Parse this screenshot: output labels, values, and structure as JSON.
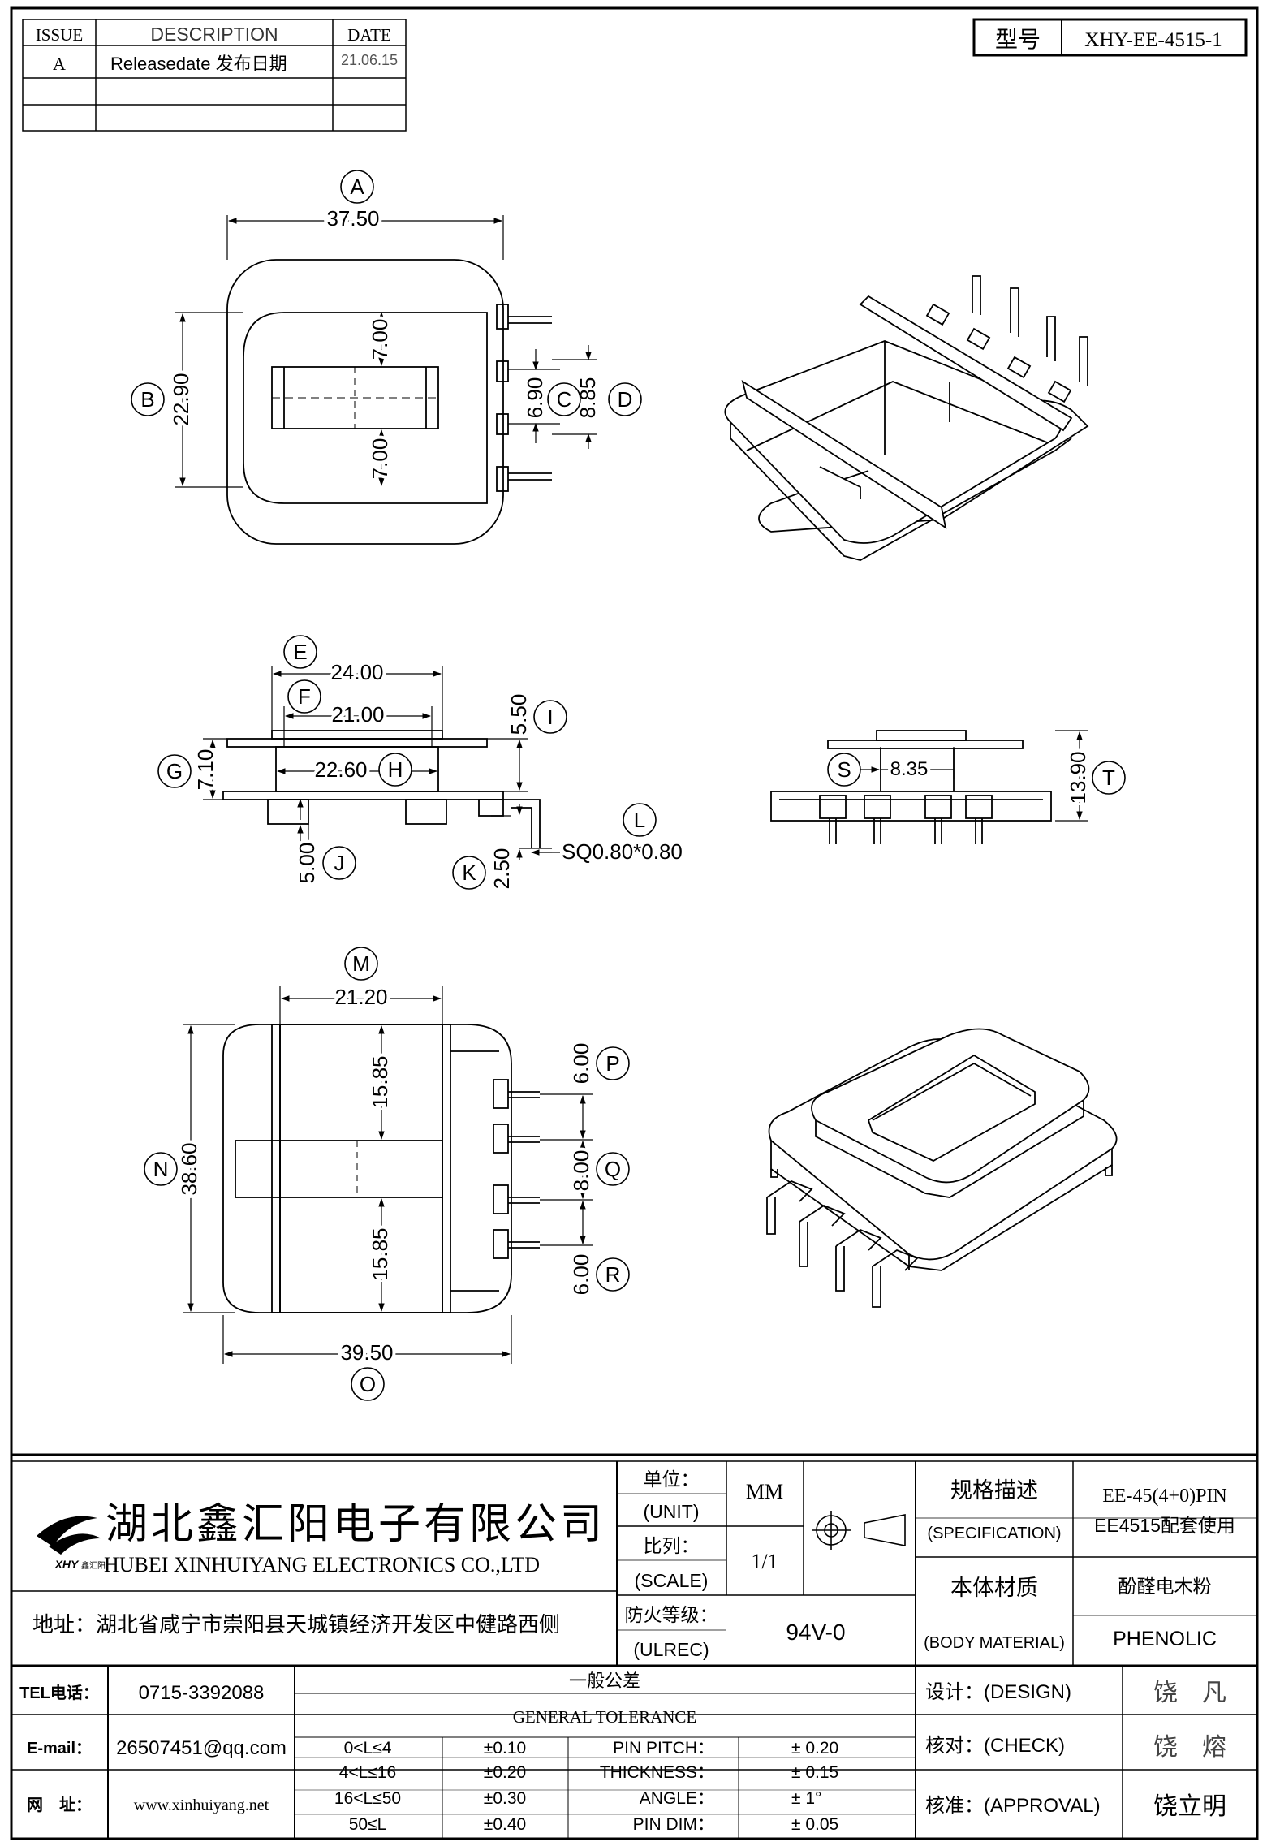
{
  "revision_table": {
    "headers": {
      "issue": "ISSUE",
      "description": "DESCRIPTION",
      "date": "DATE"
    },
    "rows": [
      {
        "issue": "A",
        "description": "Releasedate 发布日期",
        "date": "21.06.15"
      }
    ]
  },
  "model": {
    "label": "型号",
    "value": "XHY-EE-4515-1"
  },
  "dimensions": {
    "A": "37.50",
    "B": "22.90",
    "B_upper": "7.00",
    "B_lower": "7.00",
    "C": "6.90",
    "D": "8.85",
    "E": "24.00",
    "F": "21.00",
    "H": "22.60",
    "G": "7.10",
    "I": "5.50",
    "J": "5.00",
    "K": "2.50",
    "L": "SQ0.80*0.80",
    "S": "8.35",
    "T": "13.90",
    "M": "21.20",
    "N": "38.60",
    "N_upper": "15.85",
    "N_lower": "15.85",
    "O": "39.50",
    "P": "6.00",
    "Q": "8.00",
    "R": "6.00"
  },
  "callouts": [
    "A",
    "B",
    "C",
    "D",
    "E",
    "F",
    "G",
    "H",
    "I",
    "J",
    "K",
    "L",
    "M",
    "N",
    "O",
    "P",
    "Q",
    "R",
    "S",
    "T"
  ],
  "company": {
    "name_cn": "湖北鑫汇阳电子有限公司",
    "name_en": "HUBEI XINHUIYANG ELECTRONICS CO.,LTD",
    "address": "地址：湖北省咸宁市崇阳县天城镇经济开发区中健路西侧",
    "logo_text": "XHY",
    "logo_sub": "鑫汇阳"
  },
  "title_block": {
    "unit_cn": "单位：",
    "unit_en": "(UNIT)",
    "unit_value": "MM",
    "scale_cn": "比列：",
    "scale_en": "(SCALE)",
    "scale_value": "1/1",
    "ul_cn": "防火等级：",
    "ul_en": "(ULREC)",
    "ul_value": "94V-0",
    "spec_cn": "规格描述",
    "spec_en": "(SPECIFICATION)",
    "spec_value_1": "EE-45(4+0)PIN",
    "spec_value_2": "EE4515配套使用",
    "material_cn": "本体材质",
    "material_en": "(BODY MATERIAL)",
    "material_value_cn": "酚醛电木粉",
    "material_value_en": "PHENOLIC"
  },
  "contact": {
    "tel_label": "TEL电话：",
    "tel": "0715-3392088",
    "email_label": "E-mail：",
    "email": "26507451@qq.com",
    "web_label": "网　址：",
    "web": "www.xinhuiyang.net"
  },
  "tolerance": {
    "title_cn": "一般公差",
    "title_en": "GENERAL TOLERANCE",
    "ranges": [
      "0<L≤4",
      "4<L≤16",
      "16<L≤50",
      "50≤L"
    ],
    "values": [
      "±0.10",
      "±0.20",
      "±0.30",
      "±0.40"
    ],
    "params": [
      "PIN PITCH：",
      "THICKNESS：",
      "ANGLE：",
      "PIN DIM："
    ],
    "param_values": [
      "± 0.20",
      "± 0.15",
      "± 1°",
      "± 0.05"
    ]
  },
  "approval": {
    "design_label": "设计：(DESIGN)",
    "design_name": "饶　凡",
    "check_label": "核对：(CHECK)",
    "check_name": "饶　熔",
    "approval_label": "核准：(APPROVAL)",
    "approval_name": "饶立明"
  }
}
